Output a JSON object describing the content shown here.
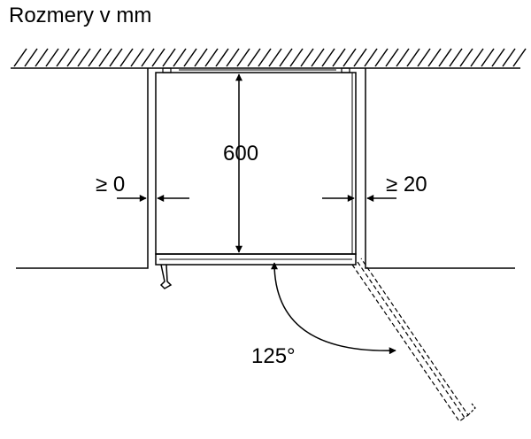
{
  "title": "Rozmery v mm",
  "labels": {
    "depth": "600",
    "gap_left": "≥ 0",
    "gap_right": "≥ 20",
    "door_angle": "125°"
  },
  "colors": {
    "line": "#000000",
    "background": "#ffffff"
  }
}
